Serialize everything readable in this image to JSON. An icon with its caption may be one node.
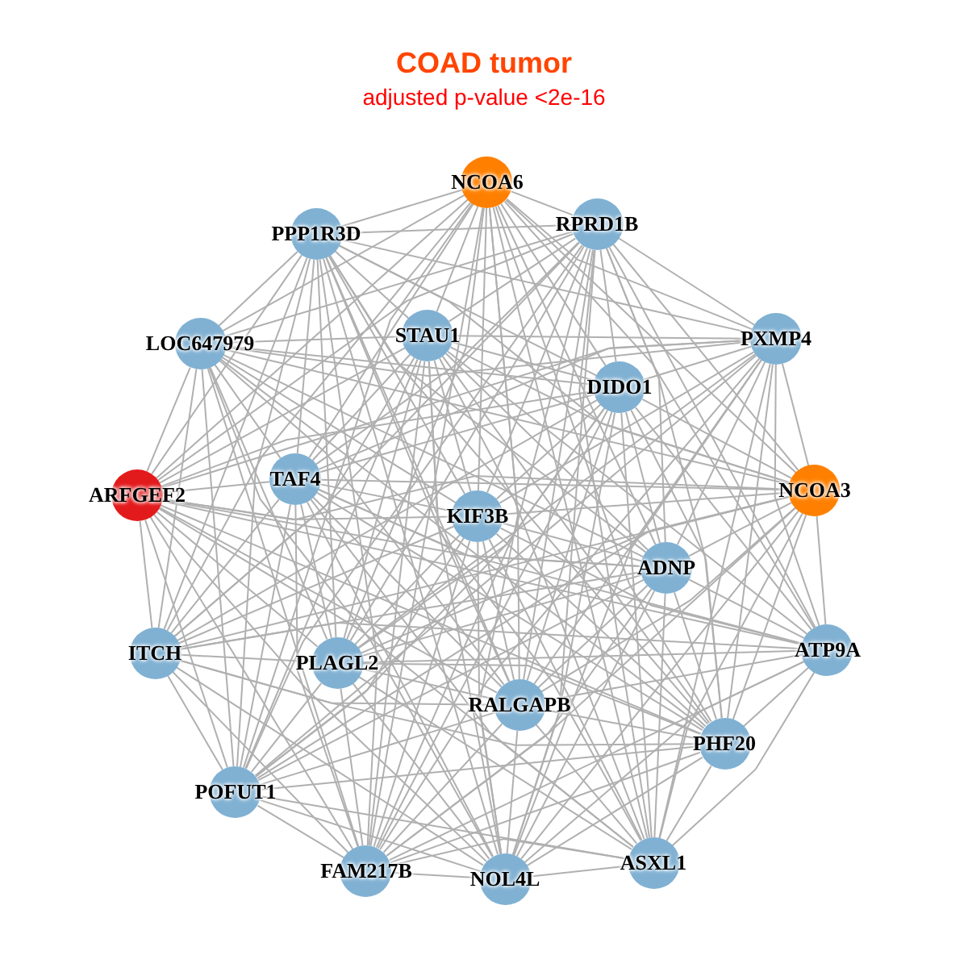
{
  "diagram": {
    "title": "COAD tumor",
    "caption": "adjusted p-value <2e-16",
    "nodes": [
      {
        "text": [
          "NCOA6"
        ]
      },
      {
        "text": [
          "PPP1R3D"
        ]
      },
      {
        "text": [
          "RPRD1B"
        ]
      },
      {
        "text": [
          "LOC647979"
        ]
      },
      {
        "text": [
          "STAU1"
        ]
      },
      {
        "text": [
          "PXMP4"
        ]
      },
      {
        "text": [
          "DIDO1"
        ]
      },
      {
        "text": [
          "ARFGEF2"
        ]
      },
      {
        "text": [
          "TAF4"
        ]
      },
      {
        "text": [
          "NCOA3"
        ]
      },
      {
        "text": [
          "KIF3B"
        ]
      },
      {
        "text": [
          "ADNP"
        ]
      },
      {
        "text": [
          "ITCH"
        ]
      },
      {
        "text": [
          "PLAGL2"
        ]
      },
      {
        "text": [
          "ATP9A"
        ]
      },
      {
        "text": [
          "RALGAPB"
        ]
      },
      {
        "text": [
          "PHF20"
        ]
      },
      {
        "text": [
          "POFUT1"
        ]
      },
      {
        "text": [
          "FAM217B"
        ]
      },
      {
        "text": [
          "NOL4L"
        ]
      },
      {
        "text": [
          "ASXL1"
        ]
      }
    ],
    "edges": [
      {
        "from": 0,
        "to": 1,
        "arrow": "none"
      },
      {
        "from": 0,
        "to": 2,
        "arrow": "none"
      },
      {
        "from": 0,
        "to": 3,
        "arrow": "none"
      },
      {
        "from": 0,
        "to": 4,
        "arrow": "none"
      },
      {
        "from": 0,
        "to": 5,
        "arrow": "none"
      },
      {
        "from": 0,
        "to": 6,
        "arrow": "none"
      },
      {
        "from": 0,
        "to": 7,
        "arrow": "none"
      },
      {
        "from": 0,
        "to": 8,
        "arrow": "none"
      },
      {
        "from": 0,
        "to": 9,
        "arrow": "none"
      },
      {
        "from": 0,
        "to": 10,
        "arrow": "none"
      },
      {
        "from": 0,
        "to": 11,
        "arrow": "none"
      },
      {
        "from": 0,
        "to": 12,
        "arrow": "none"
      },
      {
        "from": 0,
        "to": 13,
        "arrow": "none"
      },
      {
        "from": 0,
        "to": 14,
        "arrow": "none"
      },
      {
        "from": 0,
        "to": 15,
        "arrow": "none"
      },
      {
        "from": 0,
        "to": 16,
        "arrow": "none"
      },
      {
        "from": 0,
        "to": 17,
        "arrow": "none"
      },
      {
        "from": 0,
        "to": 18,
        "arrow": "none"
      },
      {
        "from": 0,
        "to": 19,
        "arrow": "none"
      },
      {
        "from": 0,
        "to": 20,
        "arrow": "none"
      },
      {
        "from": 1,
        "to": 2,
        "arrow": "none"
      },
      {
        "from": 1,
        "to": 3,
        "arrow": "none"
      },
      {
        "from": 1,
        "to": 4,
        "arrow": "none"
      },
      {
        "from": 1,
        "to": 5,
        "arrow": "none"
      },
      {
        "from": 1,
        "to": 6,
        "arrow": "none"
      },
      {
        "from": 1,
        "to": 7,
        "arrow": "none"
      },
      {
        "from": 1,
        "to": 8,
        "arrow": "none"
      },
      {
        "from": 1,
        "to": 9,
        "arrow": "none"
      },
      {
        "from": 1,
        "to": 10,
        "arrow": "none"
      },
      {
        "from": 1,
        "to": 11,
        "arrow": "none"
      },
      {
        "from": 1,
        "to": 12,
        "arrow": "none"
      },
      {
        "from": 1,
        "to": 13,
        "arrow": "none"
      },
      {
        "from": 1,
        "to": 15,
        "arrow": "none"
      },
      {
        "from": 1,
        "to": 16,
        "arrow": "none"
      },
      {
        "from": 1,
        "to": 17,
        "arrow": "none"
      },
      {
        "from": 1,
        "to": 18,
        "arrow": "none"
      },
      {
        "from": 1,
        "to": 19,
        "arrow": "none"
      },
      {
        "from": 1,
        "to": 20,
        "arrow": "none"
      },
      {
        "from": 2,
        "to": 3,
        "arrow": "none"
      },
      {
        "from": 2,
        "to": 4,
        "arrow": "none"
      },
      {
        "from": 2,
        "to": 5,
        "arrow": "none"
      },
      {
        "from": 2,
        "to": 6,
        "arrow": "none"
      },
      {
        "from": 2,
        "to": 7,
        "arrow": "none"
      },
      {
        "from": 2,
        "to": 8,
        "arrow": "none"
      },
      {
        "from": 2,
        "to": 9,
        "arrow": "none"
      },
      {
        "from": 2,
        "to": 10,
        "arrow": "none"
      },
      {
        "from": 2,
        "to": 11,
        "arrow": "none"
      },
      {
        "from": 2,
        "to": 12,
        "arrow": "none"
      },
      {
        "from": 2,
        "to": 13,
        "arrow": "none"
      },
      {
        "from": 2,
        "to": 14,
        "arrow": "none"
      },
      {
        "from": 2,
        "to": 15,
        "arrow": "none"
      },
      {
        "from": 2,
        "to": 16,
        "arrow": "none"
      },
      {
        "from": 2,
        "to": 17,
        "arrow": "none"
      },
      {
        "from": 2,
        "to": 18,
        "arrow": "none"
      },
      {
        "from": 2,
        "to": 19,
        "arrow": "none"
      },
      {
        "from": 2,
        "to": 20,
        "arrow": "none"
      },
      {
        "from": 3,
        "to": 4,
        "arrow": "none"
      },
      {
        "from": 3,
        "to": 5,
        "arrow": "none"
      },
      {
        "from": 3,
        "to": 6,
        "arrow": "none"
      },
      {
        "from": 3,
        "to": 7,
        "arrow": "none"
      },
      {
        "from": 3,
        "to": 8,
        "arrow": "none"
      },
      {
        "from": 3,
        "to": 9,
        "arrow": "none"
      },
      {
        "from": 3,
        "to": 10,
        "arrow": "none"
      },
      {
        "from": 3,
        "to": 11,
        "arrow": "none"
      },
      {
        "from": 3,
        "to": 12,
        "arrow": "none"
      },
      {
        "from": 3,
        "to": 13,
        "arrow": "none"
      },
      {
        "from": 3,
        "to": 15,
        "arrow": "none"
      },
      {
        "from": 3,
        "to": 16,
        "arrow": "none"
      },
      {
        "from": 3,
        "to": 17,
        "arrow": "none"
      },
      {
        "from": 3,
        "to": 18,
        "arrow": "none"
      },
      {
        "from": 3,
        "to": 19,
        "arrow": "none"
      },
      {
        "from": 4,
        "to": 5,
        "arrow": "none"
      },
      {
        "from": 4,
        "to": 6,
        "arrow": "none"
      },
      {
        "from": 4,
        "to": 7,
        "arrow": "none"
      },
      {
        "from": 4,
        "to": 8,
        "arrow": "none"
      },
      {
        "from": 4,
        "to": 9,
        "arrow": "none"
      },
      {
        "from": 4,
        "to": 10,
        "arrow": "none"
      },
      {
        "from": 4,
        "to": 11,
        "arrow": "none"
      },
      {
        "from": 4,
        "to": 12,
        "arrow": "none"
      },
      {
        "from": 4,
        "to": 13,
        "arrow": "none"
      },
      {
        "from": 4,
        "to": 14,
        "arrow": "none"
      },
      {
        "from": 4,
        "to": 15,
        "arrow": "none"
      },
      {
        "from": 4,
        "to": 16,
        "arrow": "none"
      },
      {
        "from": 4,
        "to": 17,
        "arrow": "none"
      },
      {
        "from": 4,
        "to": 18,
        "arrow": "none"
      },
      {
        "from": 4,
        "to": 19,
        "arrow": "none"
      },
      {
        "from": 4,
        "to": 20,
        "arrow": "none"
      },
      {
        "from": 5,
        "to": 6,
        "arrow": "none"
      },
      {
        "from": 5,
        "to": 7,
        "arrow": "none"
      },
      {
        "from": 5,
        "to": 8,
        "arrow": "none"
      },
      {
        "from": 5,
        "to": 9,
        "arrow": "none"
      },
      {
        "from": 5,
        "to": 10,
        "arrow": "none"
      },
      {
        "from": 5,
        "to": 11,
        "arrow": "none"
      },
      {
        "from": 5,
        "to": 13,
        "arrow": "none"
      },
      {
        "from": 5,
        "to": 14,
        "arrow": "none"
      },
      {
        "from": 5,
        "to": 15,
        "arrow": "none"
      },
      {
        "from": 5,
        "to": 16,
        "arrow": "none"
      },
      {
        "from": 5,
        "to": 17,
        "arrow": "none"
      },
      {
        "from": 5,
        "to": 18,
        "arrow": "none"
      },
      {
        "from": 5,
        "to": 19,
        "arrow": "none"
      },
      {
        "from": 5,
        "to": 20,
        "arrow": "none"
      },
      {
        "from": 6,
        "to": 7,
        "arrow": "none"
      },
      {
        "from": 6,
        "to": 8,
        "arrow": "none"
      },
      {
        "from": 6,
        "to": 9,
        "arrow": "none"
      },
      {
        "from": 6,
        "to": 10,
        "arrow": "none"
      },
      {
        "from": 6,
        "to": 11,
        "arrow": "none"
      },
      {
        "from": 6,
        "to": 12,
        "arrow": "none"
      },
      {
        "from": 6,
        "to": 13,
        "arrow": "none"
      },
      {
        "from": 6,
        "to": 14,
        "arrow": "none"
      },
      {
        "from": 6,
        "to": 15,
        "arrow": "none"
      },
      {
        "from": 6,
        "to": 16,
        "arrow": "none"
      },
      {
        "from": 6,
        "to": 17,
        "arrow": "none"
      },
      {
        "from": 6,
        "to": 18,
        "arrow": "none"
      },
      {
        "from": 6,
        "to": 19,
        "arrow": "none"
      },
      {
        "from": 6,
        "to": 20,
        "arrow": "none"
      },
      {
        "from": 7,
        "to": 8,
        "arrow": "none"
      },
      {
        "from": 7,
        "to": 9,
        "arrow": "none"
      },
      {
        "from": 7,
        "to": 10,
        "arrow": "none"
      },
      {
        "from": 7,
        "to": 11,
        "arrow": "none"
      },
      {
        "from": 7,
        "to": 12,
        "arrow": "none"
      },
      {
        "from": 7,
        "to": 13,
        "arrow": "none"
      },
      {
        "from": 7,
        "to": 14,
        "arrow": "none"
      },
      {
        "from": 7,
        "to": 15,
        "arrow": "none"
      },
      {
        "from": 7,
        "to": 16,
        "arrow": "none"
      },
      {
        "from": 7,
        "to": 17,
        "arrow": "none"
      },
      {
        "from": 7,
        "to": 18,
        "arrow": "none"
      },
      {
        "from": 7,
        "to": 19,
        "arrow": "none"
      },
      {
        "from": 7,
        "to": 20,
        "arrow": "none"
      },
      {
        "from": 8,
        "to": 9,
        "arrow": "none"
      },
      {
        "from": 8,
        "to": 10,
        "arrow": "none"
      },
      {
        "from": 8,
        "to": 11,
        "arrow": "none"
      },
      {
        "from": 8,
        "to": 12,
        "arrow": "none"
      },
      {
        "from": 8,
        "to": 13,
        "arrow": "none"
      },
      {
        "from": 8,
        "to": 14,
        "arrow": "none"
      },
      {
        "from": 8,
        "to": 15,
        "arrow": "none"
      },
      {
        "from": 8,
        "to": 16,
        "arrow": "none"
      },
      {
        "from": 8,
        "to": 17,
        "arrow": "none"
      },
      {
        "from": 8,
        "to": 18,
        "arrow": "none"
      },
      {
        "from": 8,
        "to": 19,
        "arrow": "none"
      },
      {
        "from": 8,
        "to": 20,
        "arrow": "none"
      },
      {
        "from": 9,
        "to": 10,
        "arrow": "none"
      },
      {
        "from": 9,
        "to": 11,
        "arrow": "none"
      },
      {
        "from": 9,
        "to": 12,
        "arrow": "none"
      },
      {
        "from": 9,
        "to": 13,
        "arrow": "none"
      },
      {
        "from": 9,
        "to": 14,
        "arrow": "none"
      },
      {
        "from": 9,
        "to": 15,
        "arrow": "none"
      },
      {
        "from": 9,
        "to": 16,
        "arrow": "none"
      },
      {
        "from": 9,
        "to": 17,
        "arrow": "none"
      },
      {
        "from": 9,
        "to": 18,
        "arrow": "none"
      },
      {
        "from": 9,
        "to": 19,
        "arrow": "none"
      },
      {
        "from": 9,
        "to": 20,
        "arrow": "none"
      },
      {
        "from": 10,
        "to": 11,
        "arrow": "none"
      },
      {
        "from": 10,
        "to": 12,
        "arrow": "none"
      },
      {
        "from": 10,
        "to": 13,
        "arrow": "none"
      },
      {
        "from": 10,
        "to": 14,
        "arrow": "none"
      },
      {
        "from": 10,
        "to": 15,
        "arrow": "none"
      },
      {
        "from": 10,
        "to": 16,
        "arrow": "none"
      },
      {
        "from": 10,
        "to": 17,
        "arrow": "none"
      },
      {
        "from": 10,
        "to": 18,
        "arrow": "none"
      },
      {
        "from": 10,
        "to": 19,
        "arrow": "none"
      },
      {
        "from": 10,
        "to": 20,
        "arrow": "none"
      },
      {
        "from": 11,
        "to": 12,
        "arrow": "none"
      },
      {
        "from": 11,
        "to": 13,
        "arrow": "none"
      },
      {
        "from": 11,
        "to": 14,
        "arrow": "none"
      },
      {
        "from": 11,
        "to": 15,
        "arrow": "none"
      },
      {
        "from": 11,
        "to": 16,
        "arrow": "none"
      },
      {
        "from": 11,
        "to": 17,
        "arrow": "none"
      },
      {
        "from": 11,
        "to": 18,
        "arrow": "none"
      },
      {
        "from": 11,
        "to": 19,
        "arrow": "none"
      },
      {
        "from": 11,
        "to": 20,
        "arrow": "none"
      },
      {
        "from": 12,
        "to": 13,
        "arrow": "none"
      },
      {
        "from": 12,
        "to": 14,
        "arrow": "none"
      },
      {
        "from": 12,
        "to": 15,
        "arrow": "none"
      },
      {
        "from": 12,
        "to": 16,
        "arrow": "none"
      },
      {
        "from": 12,
        "to": 17,
        "arrow": "none"
      },
      {
        "from": 12,
        "to": 18,
        "arrow": "none"
      },
      {
        "from": 12,
        "to": 19,
        "arrow": "none"
      },
      {
        "from": 13,
        "to": 14,
        "arrow": "none"
      },
      {
        "from": 13,
        "to": 15,
        "arrow": "none"
      },
      {
        "from": 13,
        "to": 16,
        "arrow": "none"
      },
      {
        "from": 13,
        "to": 17,
        "arrow": "none"
      },
      {
        "from": 13,
        "to": 18,
        "arrow": "none"
      },
      {
        "from": 13,
        "to": 19,
        "arrow": "none"
      },
      {
        "from": 13,
        "to": 20,
        "arrow": "none"
      },
      {
        "from": 14,
        "to": 15,
        "arrow": "none"
      },
      {
        "from": 14,
        "to": 16,
        "arrow": "none"
      },
      {
        "from": 14,
        "to": 18,
        "arrow": "none"
      },
      {
        "from": 14,
        "to": 19,
        "arrow": "none"
      },
      {
        "from": 14,
        "to": 20,
        "arrow": "none"
      },
      {
        "from": 15,
        "to": 16,
        "arrow": "none"
      },
      {
        "from": 15,
        "to": 17,
        "arrow": "none"
      },
      {
        "from": 15,
        "to": 18,
        "arrow": "none"
      },
      {
        "from": 15,
        "to": 19,
        "arrow": "none"
      },
      {
        "from": 15,
        "to": 20,
        "arrow": "none"
      },
      {
        "from": 16,
        "to": 17,
        "arrow": "none"
      },
      {
        "from": 16,
        "to": 18,
        "arrow": "none"
      },
      {
        "from": 16,
        "to": 19,
        "arrow": "none"
      },
      {
        "from": 16,
        "to": 20,
        "arrow": "none"
      },
      {
        "from": 17,
        "to": 18,
        "arrow": "none"
      },
      {
        "from": 17,
        "to": 19,
        "arrow": "none"
      },
      {
        "from": 17,
        "to": 20,
        "arrow": "none"
      },
      {
        "from": 18,
        "to": 19,
        "arrow": "none"
      },
      {
        "from": 18,
        "to": 20,
        "arrow": "none"
      },
      {
        "from": 19,
        "to": 20,
        "arrow": "none"
      }
    ]
  }
}
